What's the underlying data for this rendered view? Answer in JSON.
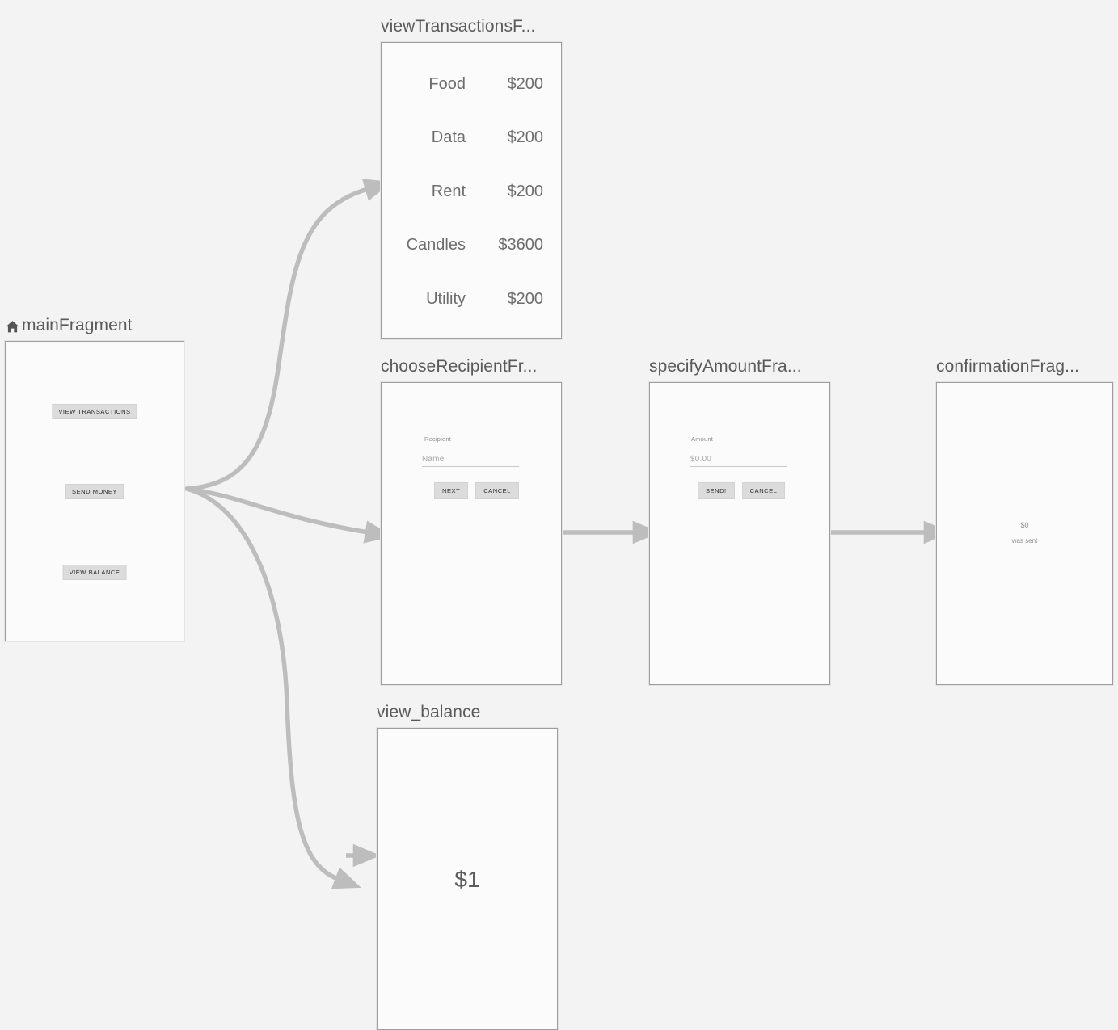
{
  "canvas": {
    "background_color": "#f3f3f3",
    "connector_color": "#bdbdbd",
    "frame_border_color": "#9e9e9e",
    "frame_fill_color": "#fbfbfb",
    "title_color": "#5a5a5a",
    "button_fill_color": "#dcdcdc"
  },
  "nodes": {
    "main_fragment": {
      "title": "mainFragment",
      "is_start_destination": true,
      "home_icon": "home-icon",
      "buttons": [
        {
          "label": "VIEW TRANSACTIONS"
        },
        {
          "label": "SEND MONEY"
        },
        {
          "label": "VIEW BALANCE"
        }
      ]
    },
    "view_transactions_fragment": {
      "title": "viewTransactionsF...",
      "transactions": [
        {
          "category": "Food",
          "amount": "$200"
        },
        {
          "category": "Data",
          "amount": "$200"
        },
        {
          "category": "Rent",
          "amount": "$200"
        },
        {
          "category": "Candles",
          "amount": "$3600"
        },
        {
          "category": "Utility",
          "amount": "$200"
        }
      ]
    },
    "choose_recipient_fragment": {
      "title": "chooseRecipientFr...",
      "field_label": "Recipient",
      "field_placeholder": "Name",
      "buttons": [
        {
          "label": "NEXT"
        },
        {
          "label": "CANCEL"
        }
      ]
    },
    "specify_amount_fragment": {
      "title": "specifyAmountFra...",
      "field_label": "Amount",
      "field_placeholder": "$0.00",
      "buttons": [
        {
          "label": "SEND!"
        },
        {
          "label": "CANCEL"
        }
      ]
    },
    "confirmation_fragment": {
      "title": "confirmationFrag...",
      "amount": "$0",
      "message": "was sent"
    },
    "view_balance_fragment": {
      "title": "view_balance",
      "balance": "$1"
    }
  }
}
